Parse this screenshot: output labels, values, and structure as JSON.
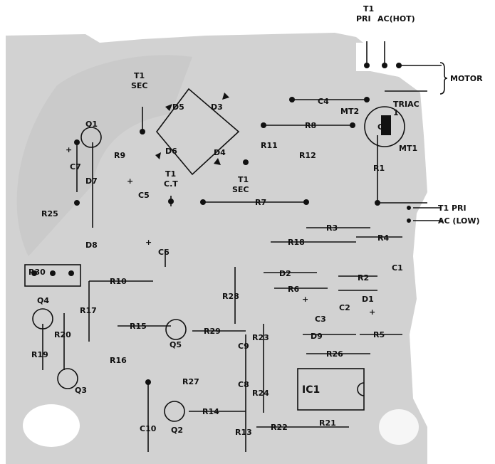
{
  "colors": {
    "board": "#cfcfcf",
    "trace": "#111111",
    "background": "#ffffff"
  },
  "top_labels": {
    "t1": "T1",
    "pri": "PRI",
    "ac_hot": "AC(HOT)"
  },
  "motor": "MOTOR",
  "triac": "TRIAC",
  "triac_1": "1",
  "mt2": "MT2",
  "mt1": "MT1",
  "g": "G",
  "t1_sec_top": {
    "t1": "T1",
    "sec": "SEC"
  },
  "t1_ct": {
    "t1": "T1",
    "ct": "C.T"
  },
  "t1_sec_mid": {
    "t1": "T1",
    "sec": "SEC"
  },
  "t1_pri_right": "T1 PRI",
  "ac_low": "AC (LOW)",
  "components": {
    "q1": "Q1",
    "q2": "Q2",
    "q3": "Q3",
    "q4": "Q4",
    "q5": "Q5",
    "d1": "D1",
    "d2": "D2",
    "d3": "D3",
    "d4": "D4",
    "d5": "D5",
    "d6": "D6",
    "d7": "D7",
    "d8": "D8",
    "d9": "D9",
    "c1": "C1",
    "c2": "C2",
    "c3": "C3",
    "c4": "C4",
    "c5": "C5",
    "c6": "C6",
    "c7": "C7",
    "c8": "C8",
    "c9": "C9",
    "c10": "C10",
    "r1": "R1",
    "r2": "R2",
    "r3": "R3",
    "r4": "R4",
    "r5": "R5",
    "r6": "R6",
    "r7": "R7",
    "r8": "R8",
    "r9": "R9",
    "r10": "R10",
    "r11": "R11",
    "r12": "R12",
    "r13": "R13",
    "r14": "R14",
    "r15": "R15",
    "r16": "R16",
    "r17": "R17",
    "r18": "R18",
    "r19": "R19",
    "r20": "R20",
    "r21": "R21",
    "r22": "R22",
    "r23": "R23",
    "r24": "R24",
    "r25": "R25",
    "r26": "R26",
    "r27": "R27",
    "r28": "R28",
    "r29": "R29",
    "r30": "R30",
    "ic1": "IC1"
  },
  "plus": "+"
}
